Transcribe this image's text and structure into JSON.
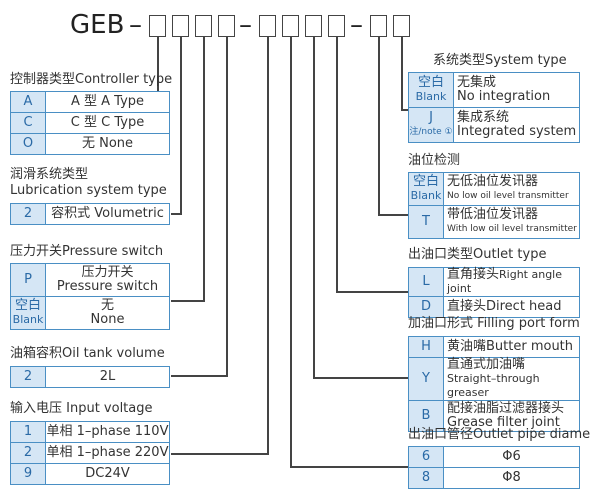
{
  "code": {
    "prefix": "GEB",
    "sep": "–"
  },
  "controller": {
    "title": "控制器类型Controller type",
    "rows": [
      {
        "k": "A",
        "v": "A 型 A Type"
      },
      {
        "k": "C",
        "v": "C 型 C Type"
      },
      {
        "k": "O",
        "v": "无 None"
      }
    ]
  },
  "lubrication": {
    "title_cn": "润滑系统类型",
    "title_en": "Lubrication system type",
    "rows": [
      {
        "k": "2",
        "v": "容积式 Volumetric"
      }
    ]
  },
  "pressure": {
    "title": "压力开关Pressure switch",
    "rows": [
      {
        "k": "P",
        "v_cn": "压力开关",
        "v_en": "Pressure switch"
      },
      {
        "k_cn": "空白",
        "k_en": "Blank",
        "v_cn": "无",
        "v_en": "None"
      }
    ]
  },
  "tank": {
    "title": "油箱容积Oil tank volume",
    "rows": [
      {
        "k": "2",
        "v": "2L"
      }
    ]
  },
  "voltage": {
    "title": "输入电压 Input voltage",
    "rows": [
      {
        "k": "1",
        "v": "单相 1–phase 110V"
      },
      {
        "k": "2",
        "v": "单相 1–phase 220V"
      },
      {
        "k": "9",
        "v": "DC24V"
      }
    ]
  },
  "system": {
    "title": "系统类型System type",
    "rows": [
      {
        "k_cn": "空白",
        "k_en": "Blank",
        "v_cn": "无集成",
        "v_en": "No integration"
      },
      {
        "k": "J",
        "note": "注/note ①",
        "v_cn": "集成系统",
        "v_en": "Integrated system"
      }
    ]
  },
  "oil_level": {
    "title": "油位检测",
    "rows": [
      {
        "k_cn": "空白",
        "k_en": "Blank",
        "v_cn": "无低油位发讯器",
        "v_en": "No low oil level transmitter"
      },
      {
        "k": "T",
        "v_cn": "带低油位发讯器",
        "v_en": "With low oil level transmitter"
      }
    ]
  },
  "outlet_type": {
    "title": "出油口类型Outlet type",
    "rows": [
      {
        "k": "L",
        "v": "直角接头",
        "v_en": "Right angle joint"
      },
      {
        "k": "D",
        "v": "直接头Direct head"
      }
    ]
  },
  "filling": {
    "title": "加油口形式 Filling port form",
    "rows": [
      {
        "k": "H",
        "v": "黄油嘴Butter mouth"
      },
      {
        "k": "Y",
        "v_cn": "直通式加油嘴",
        "v_en": "Straight–through greaser"
      },
      {
        "k": "B",
        "v_cn": "配接油脂过滤器接头",
        "v_en": "Grease filter joint"
      }
    ]
  },
  "outlet_pipe": {
    "title": "出油口管径Outlet pipe diameter",
    "rows": [
      {
        "k": "6",
        "v": "Φ6"
      },
      {
        "k": "8",
        "v": "Φ8"
      }
    ]
  }
}
